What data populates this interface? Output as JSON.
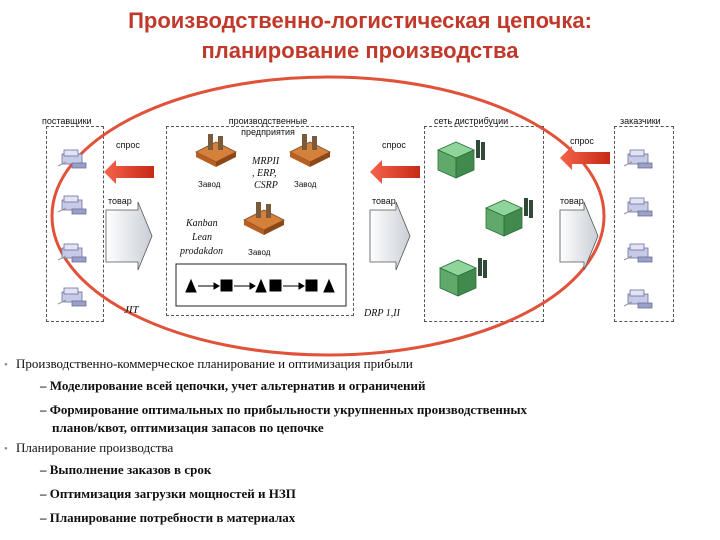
{
  "title": {
    "line1": "Производственно-логистическая цепочка:",
    "line2": "планирование производства"
  },
  "diagram": {
    "sections": {
      "suppliers": "поставщики",
      "plants": "производственные предприятия",
      "distribution": "сеть дистрибуции",
      "customers": "заказчики"
    },
    "demand_labels": [
      "спрос",
      "спрос",
      "спрос"
    ],
    "goods_labels": [
      "товар",
      "товар",
      "товар"
    ],
    "systems": {
      "mrp_line1": "MRPII",
      "mrp_line2": ", ERP,",
      "mrp_line3": "CSRP",
      "kanban_line1": "Kanban",
      "kanban_line2": "Lean",
      "kanban_line3": "prodakdon",
      "jit": "JIT",
      "drp": "DRP 1,II"
    },
    "factory_label": "Завод",
    "colors": {
      "accent_red": "#c0392b",
      "ellipse": "#e0533a",
      "arrow_red": "#e8402a",
      "warehouse_green": "#5faa6a"
    }
  },
  "bullets": [
    {
      "level": 1,
      "text": "Производственно-коммерческое планирование и оптимизация прибыли"
    },
    {
      "level": 2,
      "text": "– Моделирование всей цепочки, учет альтернатив и ограничений"
    },
    {
      "level": 2,
      "text": "– Формирование оптимальных по прибыльности укрупненных производственных"
    },
    {
      "level": 2,
      "text": "планов/квот, оптимизация запасов по цепочке"
    },
    {
      "level": 1,
      "text": "Планирование производства"
    },
    {
      "level": 2,
      "text": "– Выполнение заказов в срок"
    },
    {
      "level": 2,
      "text": "– Оптимизация загрузки мощностей и НЗП"
    },
    {
      "level": 2,
      "text": "– Планирование потребности в материалах"
    }
  ]
}
